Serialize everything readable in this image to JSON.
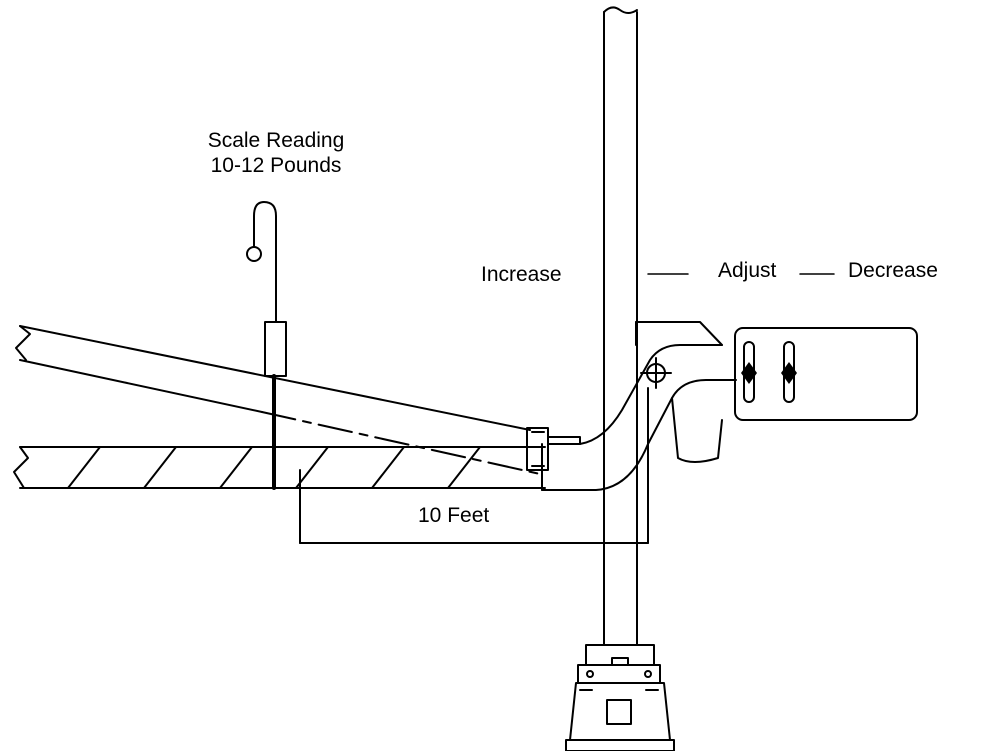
{
  "diagram": {
    "scale_reading_line1": "Scale Reading",
    "scale_reading_line2": "10-12 Pounds",
    "increase_label": "Increase",
    "adjust_label": "Adjust",
    "decrease_label": "Decrease",
    "distance_label": "10 Feet"
  },
  "colors": {
    "ink": "#000000",
    "paper": "#ffffff"
  }
}
